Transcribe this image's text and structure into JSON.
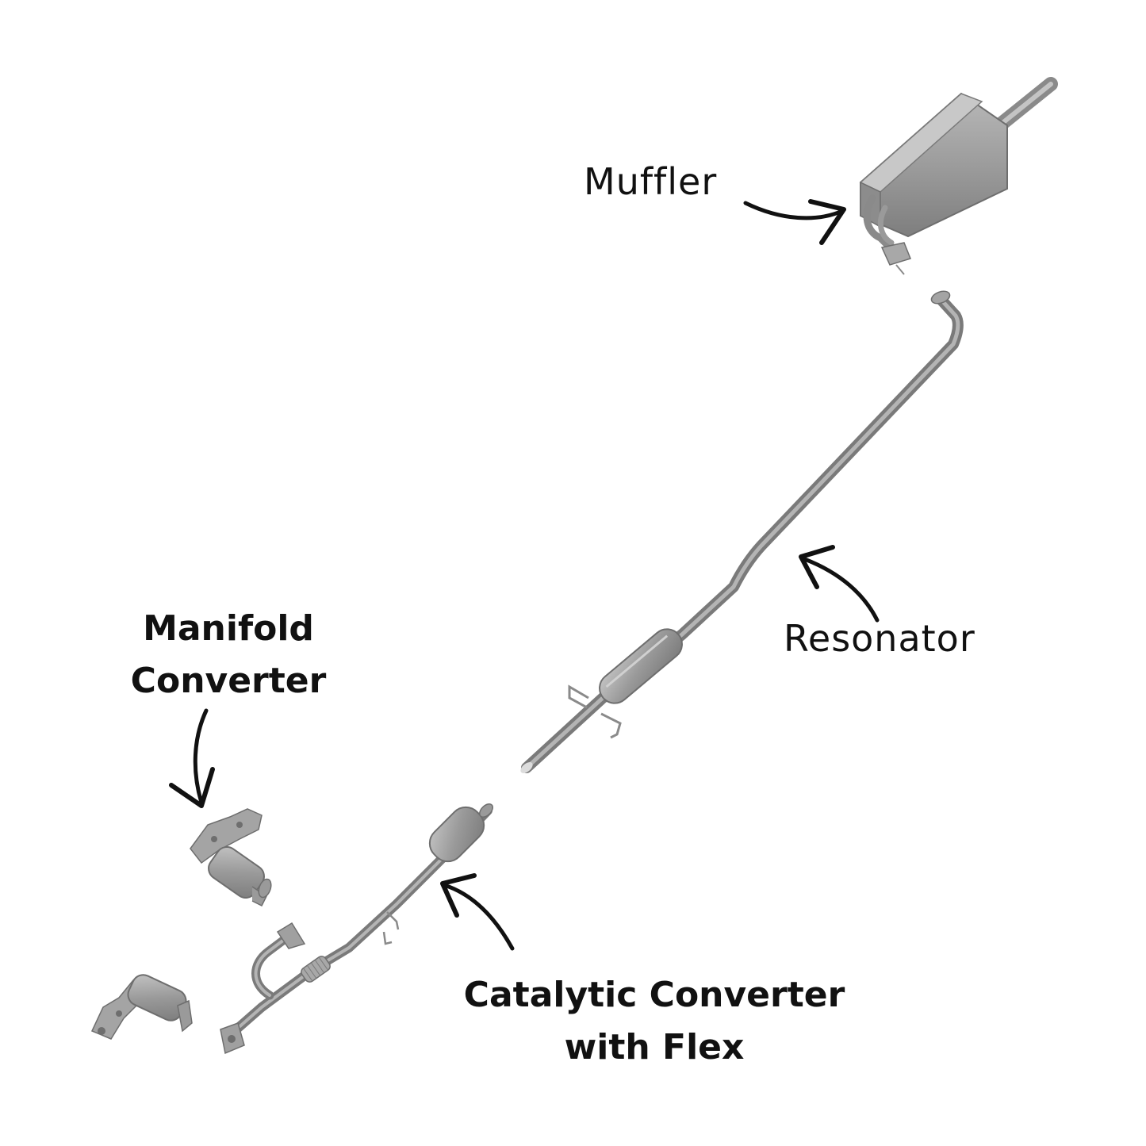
{
  "labels": {
    "muffler": "Muffler",
    "resonator": "Resonator",
    "manifold_converter": [
      "Manifold",
      "Converter"
    ],
    "catalytic_converter": [
      "Catalytic Converter",
      "with Flex"
    ]
  },
  "colors": {
    "text": "#111111",
    "pipe": "#9a9a9a",
    "pipe_dark": "#6e6e6e",
    "pipe_light": "#c4c4c4",
    "arrow": "#111111"
  }
}
